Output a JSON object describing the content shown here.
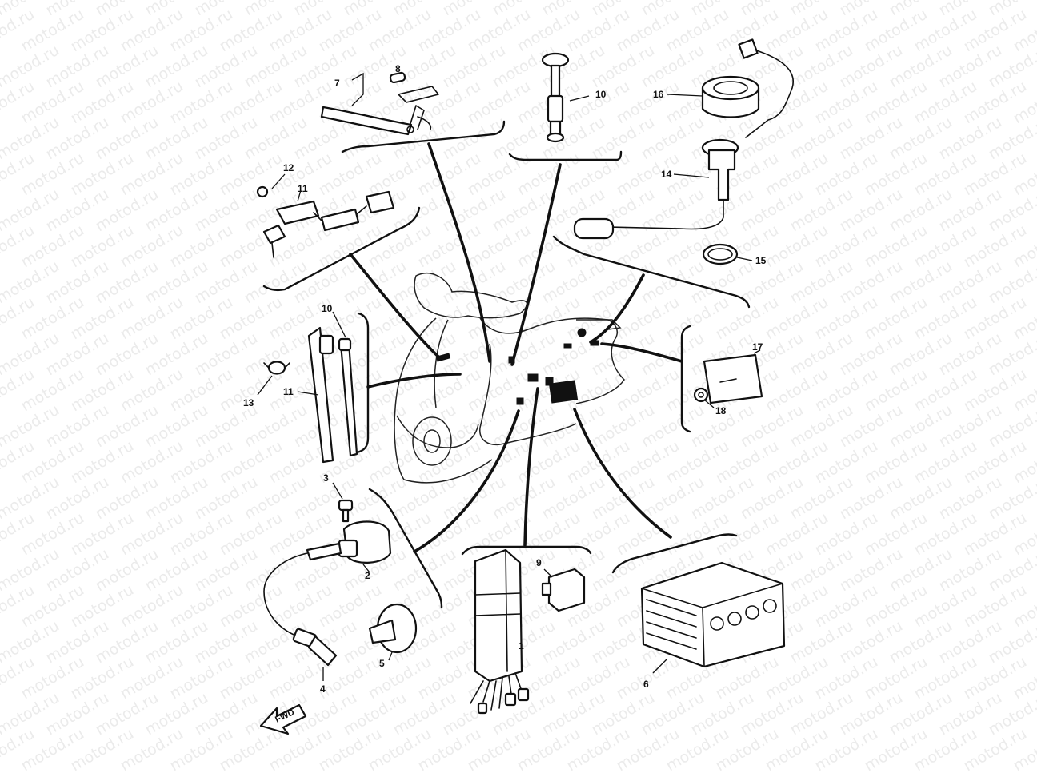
{
  "watermark": {
    "text": "motod.ru",
    "color": "#ebebeb"
  },
  "direction_marker": {
    "label": "FWD"
  },
  "callouts": [
    {
      "id": "p1",
      "label": "1"
    },
    {
      "id": "p2",
      "label": "2"
    },
    {
      "id": "p3",
      "label": "3"
    },
    {
      "id": "p4",
      "label": "4"
    },
    {
      "id": "p5",
      "label": "5"
    },
    {
      "id": "p6",
      "label": "6"
    },
    {
      "id": "p7",
      "label": "7"
    },
    {
      "id": "p8",
      "label": "8"
    },
    {
      "id": "p9",
      "label": "9"
    },
    {
      "id": "p10a",
      "label": "10"
    },
    {
      "id": "p10b",
      "label": "10"
    },
    {
      "id": "p11a",
      "label": "11"
    },
    {
      "id": "p11b",
      "label": "11"
    },
    {
      "id": "p12",
      "label": "12"
    },
    {
      "id": "p13",
      "label": "13"
    },
    {
      "id": "p14",
      "label": "14"
    },
    {
      "id": "p15",
      "label": "15"
    },
    {
      "id": "p16",
      "label": "16"
    },
    {
      "id": "p17",
      "label": "17"
    },
    {
      "id": "p18",
      "label": "18"
    }
  ],
  "parts": [
    {
      "id": "cdi-unit",
      "callout": "1",
      "icon": "cdi-unit-icon"
    },
    {
      "id": "ignition-coil",
      "callout": "2",
      "icon": "ignition-coil-icon"
    },
    {
      "id": "coil-bolt",
      "callout": "3",
      "icon": "bolt-icon"
    },
    {
      "id": "plug-cap",
      "callout": "4",
      "icon": "spark-plug-cap-icon"
    },
    {
      "id": "cap-cover",
      "callout": "5",
      "icon": "rubber-cap-icon"
    },
    {
      "id": "battery",
      "callout": "6",
      "icon": "battery-icon"
    },
    {
      "id": "wire-harness",
      "callout": "7",
      "icon": "wire-harness-icon"
    },
    {
      "id": "harness-clamp",
      "callout": "8",
      "icon": "clamp-icon"
    },
    {
      "id": "relay",
      "callout": "9",
      "icon": "relay-icon"
    },
    {
      "id": "fuse-holder",
      "callout": "10",
      "icon": "fuse-holder-icon"
    },
    {
      "id": "switch-lead",
      "callout": "11",
      "icon": "switch-lead-icon"
    },
    {
      "id": "screw",
      "callout": "12",
      "icon": "screw-icon"
    },
    {
      "id": "band-clip",
      "callout": "13",
      "icon": "clip-icon"
    },
    {
      "id": "fuel-sender",
      "callout": "14",
      "icon": "fuel-sender-icon"
    },
    {
      "id": "o-ring",
      "callout": "15",
      "icon": "o-ring-icon"
    },
    {
      "id": "ring-nut",
      "callout": "16",
      "icon": "ring-nut-icon"
    },
    {
      "id": "reflector",
      "callout": "17",
      "icon": "reflector-icon"
    },
    {
      "id": "nut",
      "callout": "18",
      "icon": "nut-icon"
    }
  ]
}
